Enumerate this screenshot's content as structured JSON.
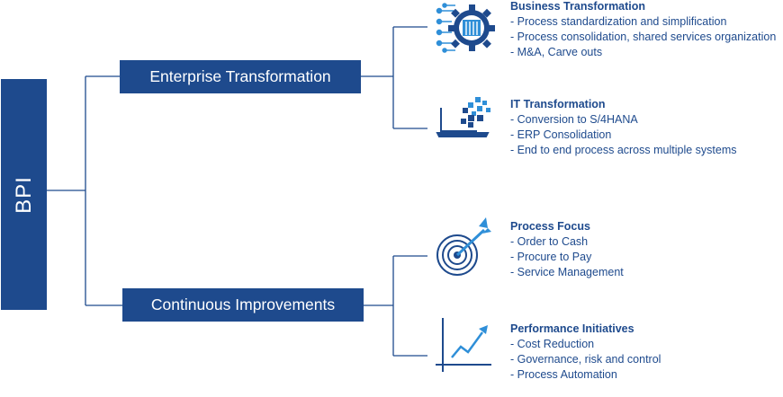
{
  "root": {
    "label": "BPI"
  },
  "branches": [
    {
      "label": "Enterprise Transformation"
    },
    {
      "label": "Continuous Improvements"
    }
  ],
  "leaves": [
    {
      "title": "Business Transformation",
      "icon": "gear-building-icon",
      "items": [
        "- Process standardization and simplification",
        "- Process consolidation, shared services organization",
        "- M&A, Carve outs"
      ]
    },
    {
      "title": "IT Transformation",
      "icon": "laptop-pixels-icon",
      "items": [
        "- Conversion to S/4HANA",
        "- ERP Consolidation",
        "- End to end process across multiple systems"
      ]
    },
    {
      "title": "Process Focus",
      "icon": "target-dart-icon",
      "items": [
        "- Order to Cash",
        "- Procure to Pay",
        "- Service Management"
      ]
    },
    {
      "title": "Performance Initiatives",
      "icon": "growth-chart-icon",
      "items": [
        "- Cost Reduction",
        "- Governance, risk and control",
        "- Process Automation"
      ]
    }
  ],
  "colors": {
    "primary": "#1e4a8d",
    "icon_accent": "#2f8fd8"
  }
}
